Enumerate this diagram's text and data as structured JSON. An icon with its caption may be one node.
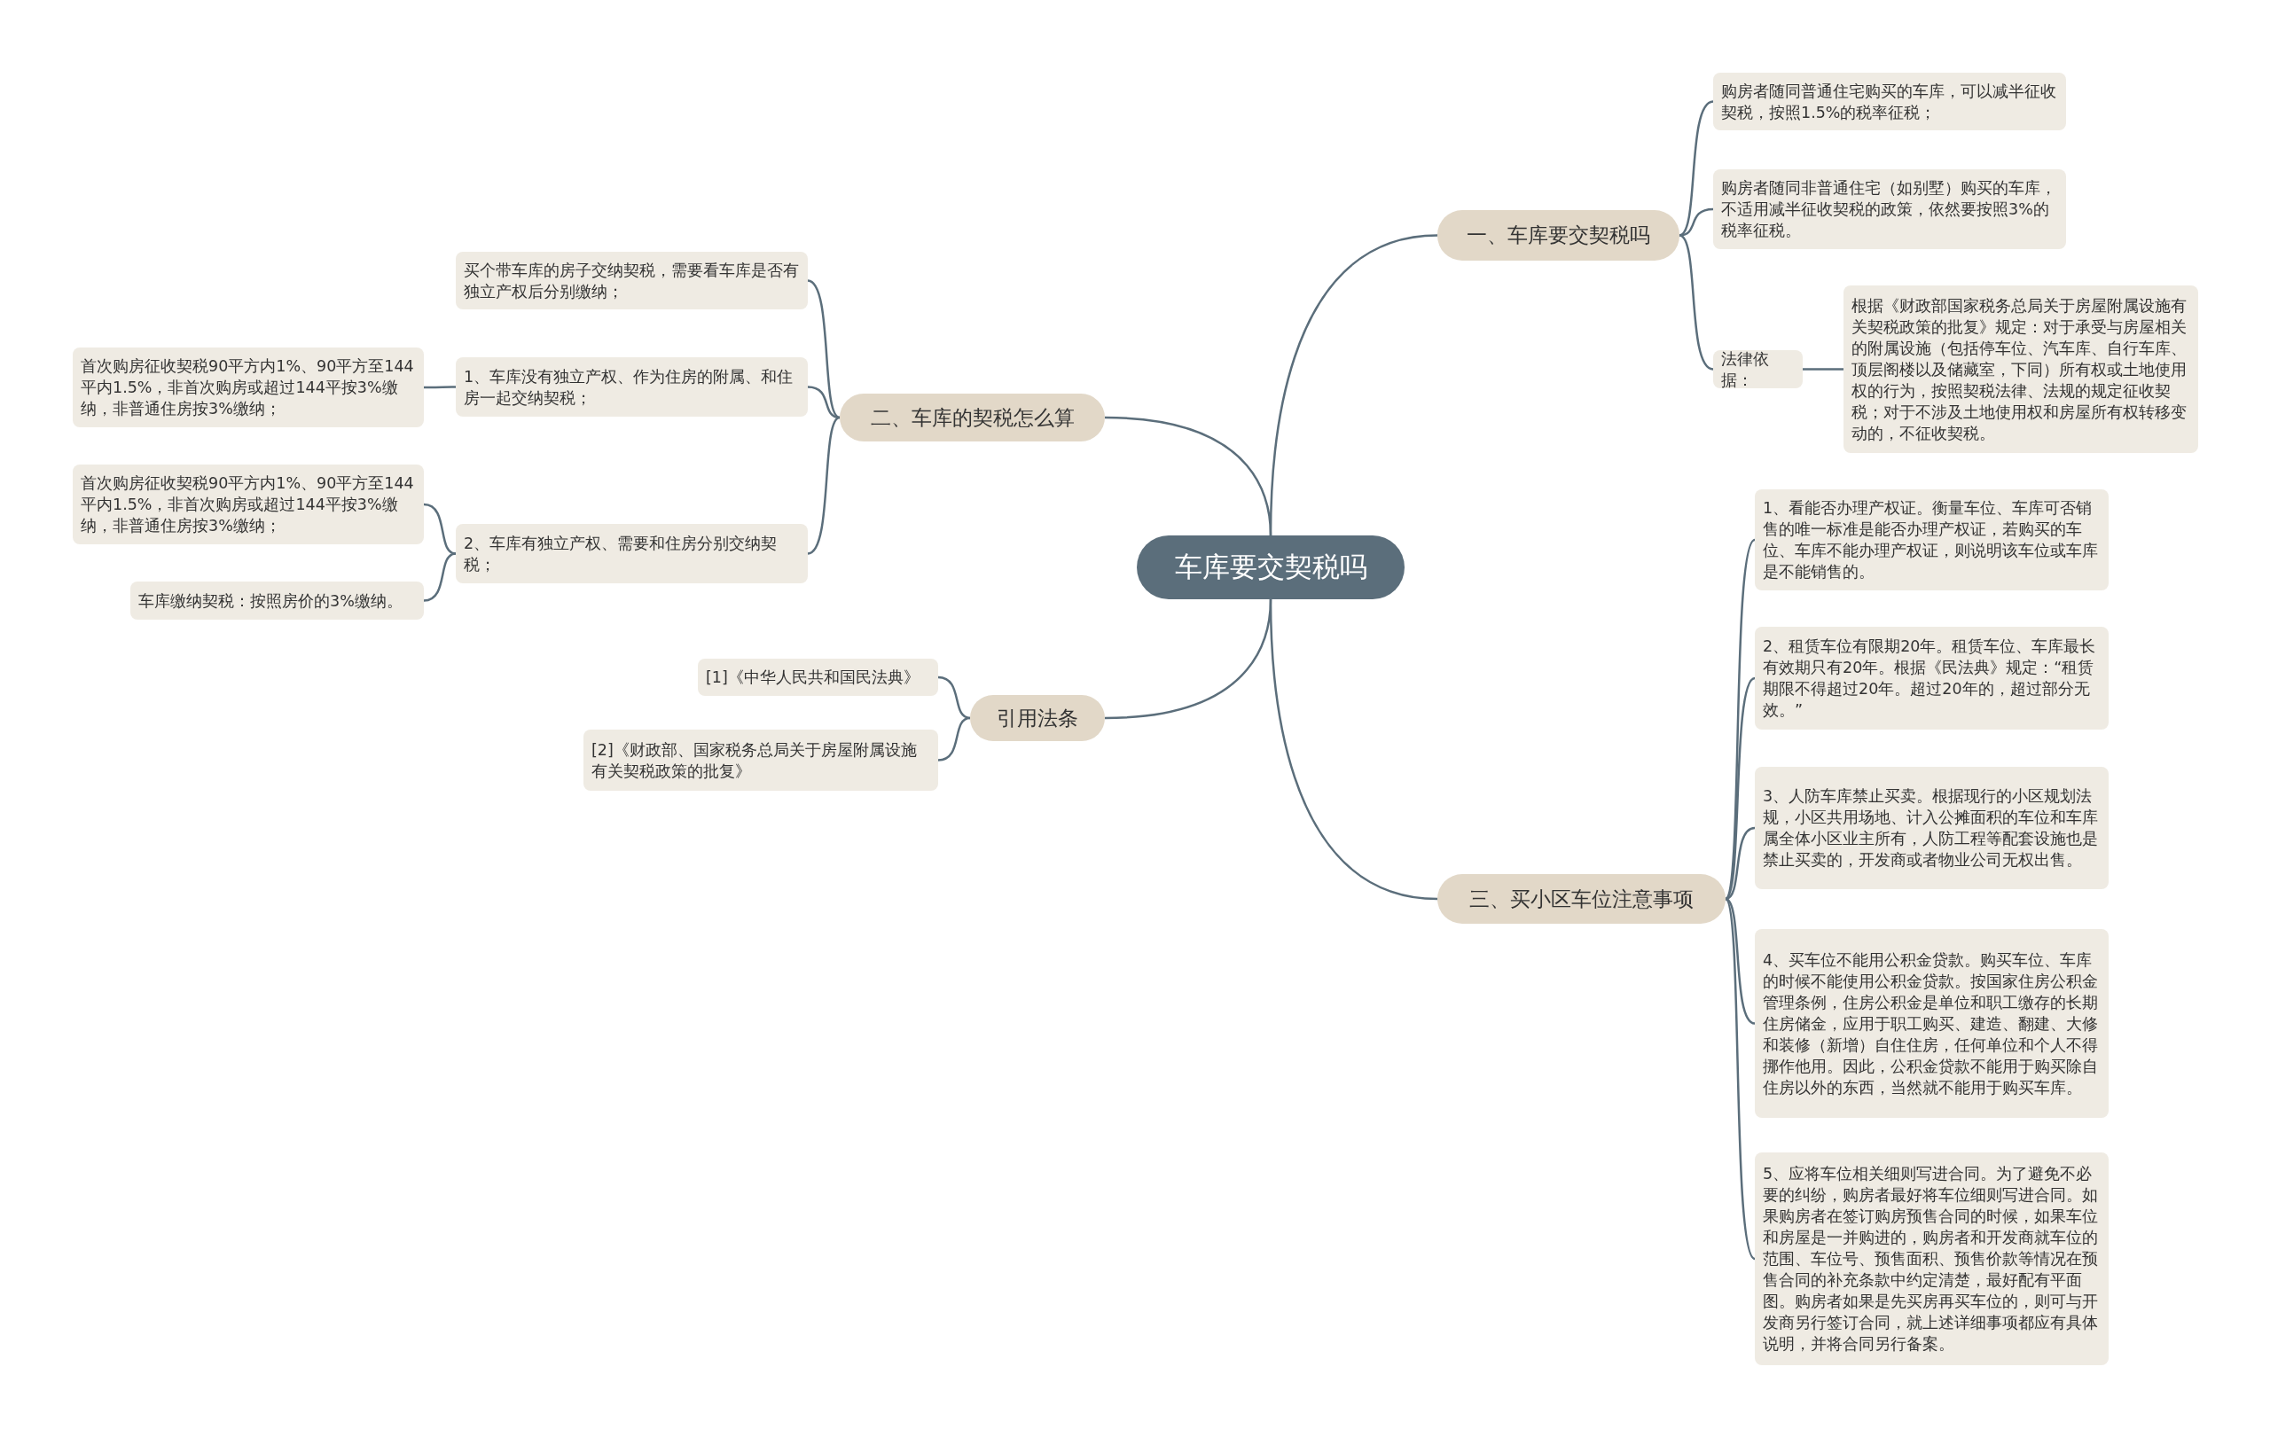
{
  "diagram": {
    "nodes": [
      {
        "text": [
          "车库要交契税吗"
        ]
      },
      {
        "text": [
          "一、车库要交契税吗"
        ]
      },
      {
        "text": [
          "购房者随同普通住宅购买的车库，可以减半征收契税，按照1.5%的税率征税；"
        ]
      },
      {
        "text": [
          "购房者随同非普通住宅（如别墅）购买的车库，不适用减半征收契税的政策，依然要按照3%的税率征税。"
        ]
      },
      {
        "text": [
          "法律依据："
        ]
      },
      {
        "text": [
          "根据《财政部国家税务总局关于房屋附属设施有关契税政策的批复》规定：对于承受与房屋相关的附属设施（包括停车位、汽车库、自行车库、顶层阁楼以及储藏室，下同）所有权或土地使用权的行为，按照契税法律、法规的规定征收契税；对于不涉及土地使用权和房屋所有权转移变动的，不征收契税。"
        ]
      },
      {
        "text": [
          "二、车库的契税怎么算"
        ]
      },
      {
        "text": [
          "买个带车库的房子交纳契税，需要看车库是否有独立产权后分别缴纳；"
        ]
      },
      {
        "text": [
          "1、车库没有独立产权、作为住房的附属、和住房一起交纳契税；"
        ]
      },
      {
        "text": [
          "首次购房征收契税90平方内1%、90平方至144平内1.5%，非首次购房或超过144平按3%缴纳，非普通住房按3%缴纳；"
        ]
      },
      {
        "text": [
          "2、车库有独立产权、需要和住房分别交纳契税；"
        ]
      },
      {
        "text": [
          "首次购房征收契税90平方内1%、90平方至144平内1.5%，非首次购房或超过144平按3%缴纳，非普通住房按3%缴纳；"
        ]
      },
      {
        "text": [
          "车库缴纳契税：按照房价的3%缴纳。"
        ]
      },
      {
        "text": [
          "引用法条"
        ]
      },
      {
        "text": [
          "[1]《中华人民共和国民法典》"
        ]
      },
      {
        "text": [
          "[2]《财政部、国家税务总局关于房屋附属设施有关契税政策的批复》"
        ]
      },
      {
        "text": [
          "三、买小区车位注意事项"
        ]
      },
      {
        "text": [
          "1、看能否办理产权证。衡量车位、车库可否销售的唯一标准是能否办理产权证，若购买的车位、车库不能办理产权证，则说明该车位或车库是不能销售的。"
        ]
      },
      {
        "text": [
          "2、租赁车位有限期20年。租赁车位、车库最长有效期只有20年。根据《民法典》规定：“租赁期限不得超过20年。超过20年的，超过部分无效。”"
        ]
      },
      {
        "text": [
          "3、人防车库禁止买卖。根据现行的小区规划法规，小区共用场地、计入公摊面积的车位和车库属全体小区业主所有，人防工程等配套设施也是禁止买卖的，开发商或者物业公司无权出售。"
        ]
      },
      {
        "text": [
          "4、买车位不能用公积金贷款。购买车位、车库的时候不能使用公积金贷款。按国家住房公积金管理条例，住房公积金是单位和职工缴存的长期住房储金，应用于职工购买、建造、翻建、大修和装修（新增）自住住房，任何单位和个人不得挪作他用。因此，公积金贷款不能用于购买除自住房以外的东西，当然就不能用于购买车库。"
        ]
      },
      {
        "text": [
          "5、应将车位相关细则写进合同。为了避免不必要的纠纷，购房者最好将车位细则写进合同。如果购房者在签订购房预售合同的时候，如果车位和房屋是一并购进的，购房者和开发商就车位的范围、车位号、预售面积、预售价款等情况在预售合同的补充条款中约定清楚，最好配有平面图。购房者如果是先买房再买车位的，则可与开发商另行签订合同，就上述详细事项都应有具体说明，并将合同另行备案。"
        ]
      }
    ],
    "edges": [
      {
        "from": 0,
        "to": 1,
        "arrow": "none"
      },
      {
        "from": 1,
        "to": 2,
        "arrow": "none"
      },
      {
        "from": 1,
        "to": 3,
        "arrow": "none"
      },
      {
        "from": 1,
        "to": 4,
        "arrow": "none"
      },
      {
        "from": 4,
        "to": 5,
        "arrow": "none"
      },
      {
        "from": 0,
        "to": 6,
        "arrow": "none"
      },
      {
        "from": 6,
        "to": 7,
        "arrow": "none"
      },
      {
        "from": 6,
        "to": 8,
        "arrow": "none"
      },
      {
        "from": 8,
        "to": 9,
        "arrow": "none"
      },
      {
        "from": 6,
        "to": 10,
        "arrow": "none"
      },
      {
        "from": 10,
        "to": 11,
        "arrow": "none"
      },
      {
        "from": 10,
        "to": 12,
        "arrow": "none"
      },
      {
        "from": 0,
        "to": 13,
        "arrow": "none"
      },
      {
        "from": 13,
        "to": 14,
        "arrow": "none"
      },
      {
        "from": 13,
        "to": 15,
        "arrow": "none"
      },
      {
        "from": 0,
        "to": 16,
        "arrow": "none"
      },
      {
        "from": 16,
        "to": 17,
        "arrow": "none"
      },
      {
        "from": 16,
        "to": 18,
        "arrow": "none"
      },
      {
        "from": 16,
        "to": 19,
        "arrow": "none"
      },
      {
        "from": 16,
        "to": 20,
        "arrow": "none"
      },
      {
        "from": 16,
        "to": 21,
        "arrow": "none"
      }
    ]
  }
}
